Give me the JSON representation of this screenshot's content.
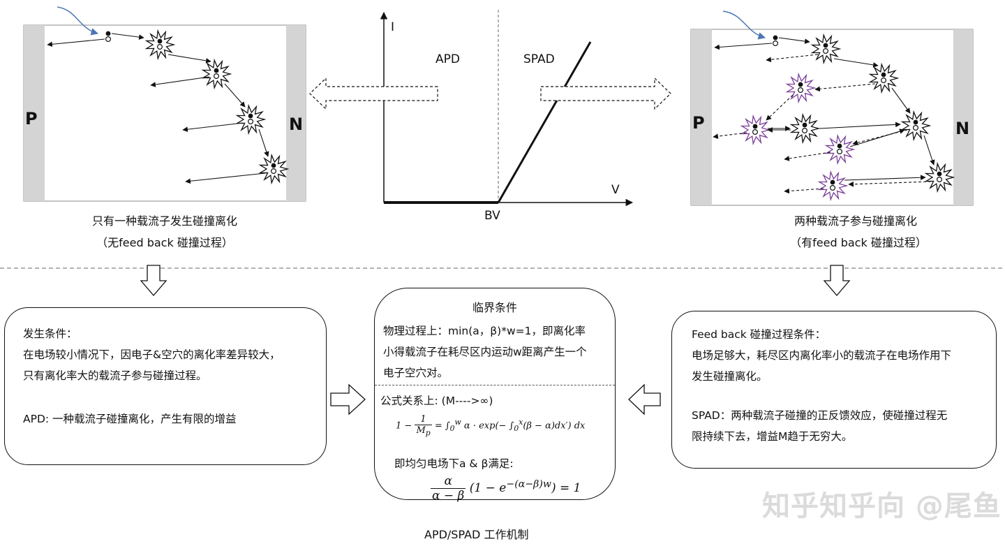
{
  "panels": {
    "left": {
      "p_label": "P",
      "n_label": "N",
      "caption1": "只有一种载流子发生碰撞离化",
      "caption2": "（无feed back 碰撞过程）"
    },
    "right": {
      "p_label": "P",
      "n_label": "N",
      "caption1": "两种载流子参与碰撞离化",
      "caption2": "（有feed back 碰撞过程）"
    }
  },
  "iv_graph": {
    "y_label": "I",
    "x_label": "V",
    "region_left": "APD",
    "region_right": "SPAD",
    "breakdown_label": "BV"
  },
  "box_left": {
    "line1": "发生条件：",
    "line2": "在电场较小情况下，因电子&空穴的离化率差异较大，",
    "line3": "只有离化率大的载流子参与碰撞过程。",
    "line4": "APD: 一种载流子碰撞离化，产生有限的增益"
  },
  "box_center": {
    "title": "临界条件",
    "line1": "物理过程上：min(a，β)*w=1，即离化率",
    "line2": "小得载流子在耗尽区内运动w距离产生一个",
    "line3": "电子空穴对。",
    "line4": "公式关系上: (M---->∞)",
    "line5": "即均匀电场下a & β满足:"
  },
  "box_right": {
    "line1": "Feed back 碰撞过程条件：",
    "line2": "电场足够大，耗尽区内离化率小的载流子在电场作用下",
    "line3": "发生碰撞离化。",
    "line4": "SPAD：两种载流子碰撞的正反馈效应，使碰撞过程无",
    "line5": "限持续下去，增益M趋于无穷大。"
  },
  "footer": {
    "title": "APD/SPAD 工作机制",
    "watermark": "知乎知乎向 @尾鱼"
  },
  "colors": {
    "ink": "#111111",
    "panel_grey": "#d4d4d4",
    "feedback_purple": "#7b3f98",
    "incident_blue": "#4a76b3"
  }
}
